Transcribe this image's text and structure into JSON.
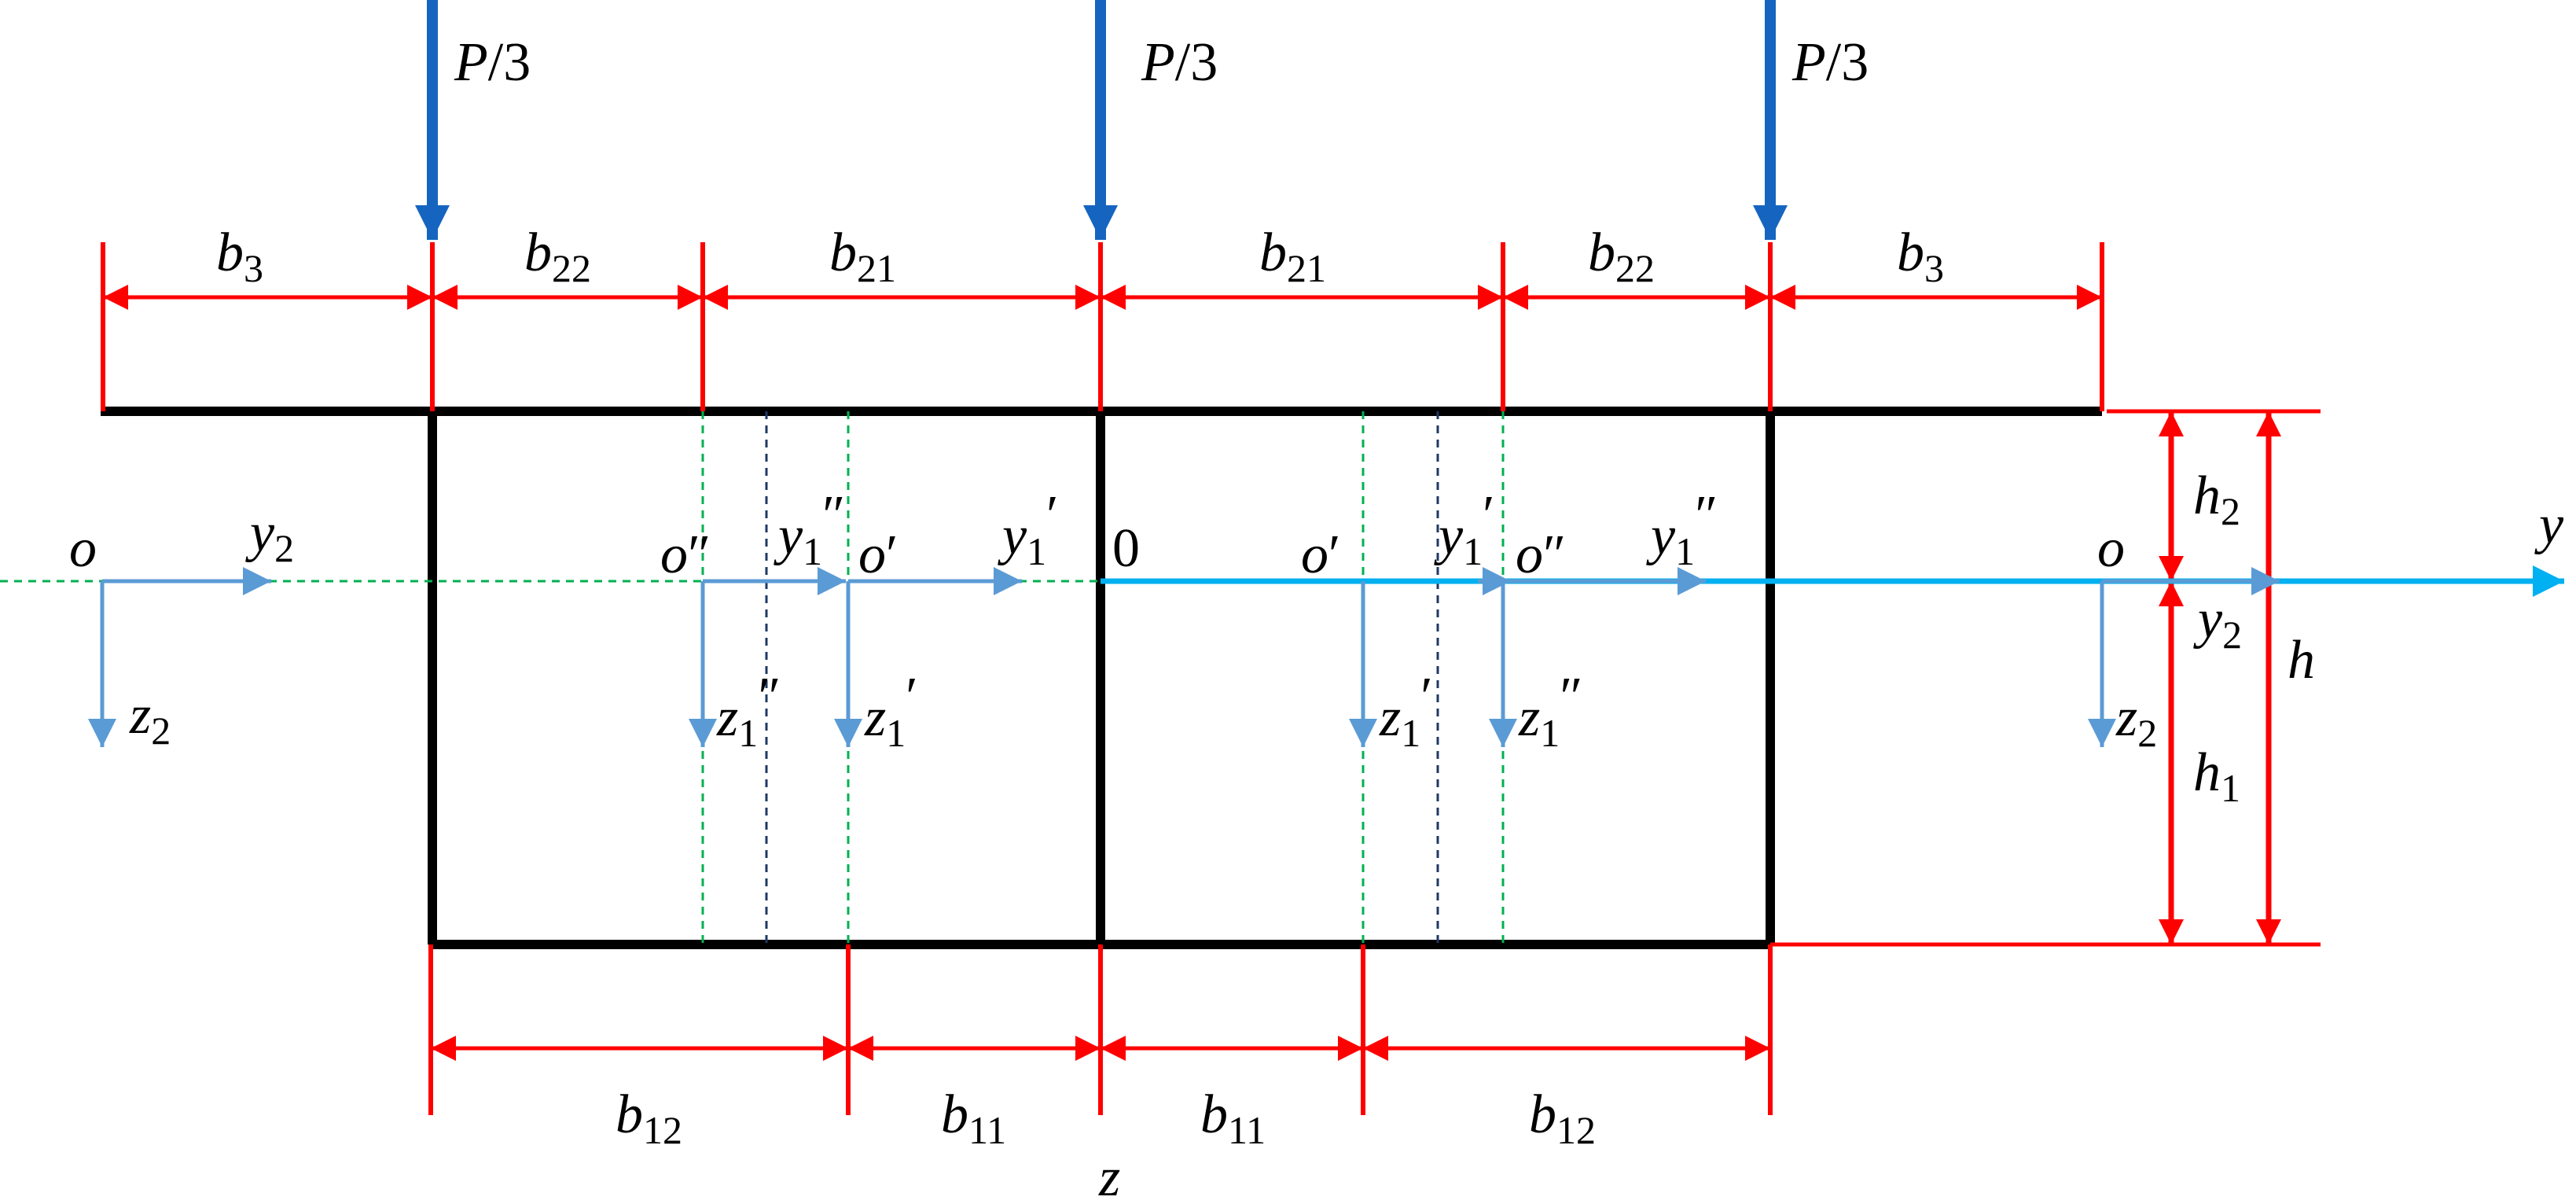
{
  "colors": {
    "section": "#000000",
    "dimension": "#ff0000",
    "load": "#1565c0",
    "main_axis": "#00b0f0",
    "local_axis": "#5b9bd5",
    "green_guide": "#00b050",
    "navy_guide": "#1f3864"
  },
  "loads": [
    {
      "base": "P",
      "rest": "/3"
    },
    {
      "base": "P",
      "rest": "/3"
    },
    {
      "base": "P",
      "rest": "/3"
    }
  ],
  "top_dims": [
    {
      "base": "b",
      "sub": "3"
    },
    {
      "base": "b",
      "sub": "22"
    },
    {
      "base": "b",
      "sub": "21"
    },
    {
      "base": "b",
      "sub": "21"
    },
    {
      "base": "b",
      "sub": "22"
    },
    {
      "base": "b",
      "sub": "3"
    }
  ],
  "bottom_dims": [
    {
      "base": "b",
      "sub": "12"
    },
    {
      "base": "b",
      "sub": "11"
    },
    {
      "base": "b",
      "sub": "11"
    },
    {
      "base": "b",
      "sub": "12"
    }
  ],
  "right_dims": {
    "h2": {
      "base": "h",
      "sub": "2"
    },
    "h1": {
      "base": "h",
      "sub": "1"
    },
    "h": {
      "base": "h"
    }
  },
  "axes": {
    "main_y": "y",
    "main_z": "z",
    "origin": "0"
  },
  "local_labels": {
    "o_left": "o",
    "y2_left": {
      "base": "y",
      "sub": "2"
    },
    "z2_left": {
      "base": "z",
      "sub": "2"
    },
    "o_dd_left": {
      "base": "o",
      "prime": "″"
    },
    "y1_dd_left": {
      "base": "y",
      "sub": "1",
      "prime": "″"
    },
    "z1_dd_left": {
      "base": "z",
      "sub": "1",
      "prime": "″"
    },
    "o_d_left": {
      "base": "o",
      "prime": "′"
    },
    "y1_d_left": {
      "base": "y",
      "sub": "1",
      "prime": "′"
    },
    "z1_d_left": {
      "base": "z",
      "sub": "1",
      "prime": "′"
    },
    "o_d_right": {
      "base": "o",
      "prime": "′"
    },
    "y1_d_right": {
      "base": "y",
      "sub": "1",
      "prime": "′"
    },
    "z1_d_right": {
      "base": "z",
      "sub": "1",
      "prime": "′"
    },
    "o_dd_right": {
      "base": "o",
      "prime": "″"
    },
    "y1_dd_right": {
      "base": "y",
      "sub": "1",
      "prime": "″"
    },
    "z1_dd_right": {
      "base": "z",
      "sub": "1",
      "prime": "″"
    },
    "o_right": "o",
    "y2_right": {
      "base": "y",
      "sub": "2"
    },
    "z2_right": {
      "base": "z",
      "sub": "2"
    }
  }
}
